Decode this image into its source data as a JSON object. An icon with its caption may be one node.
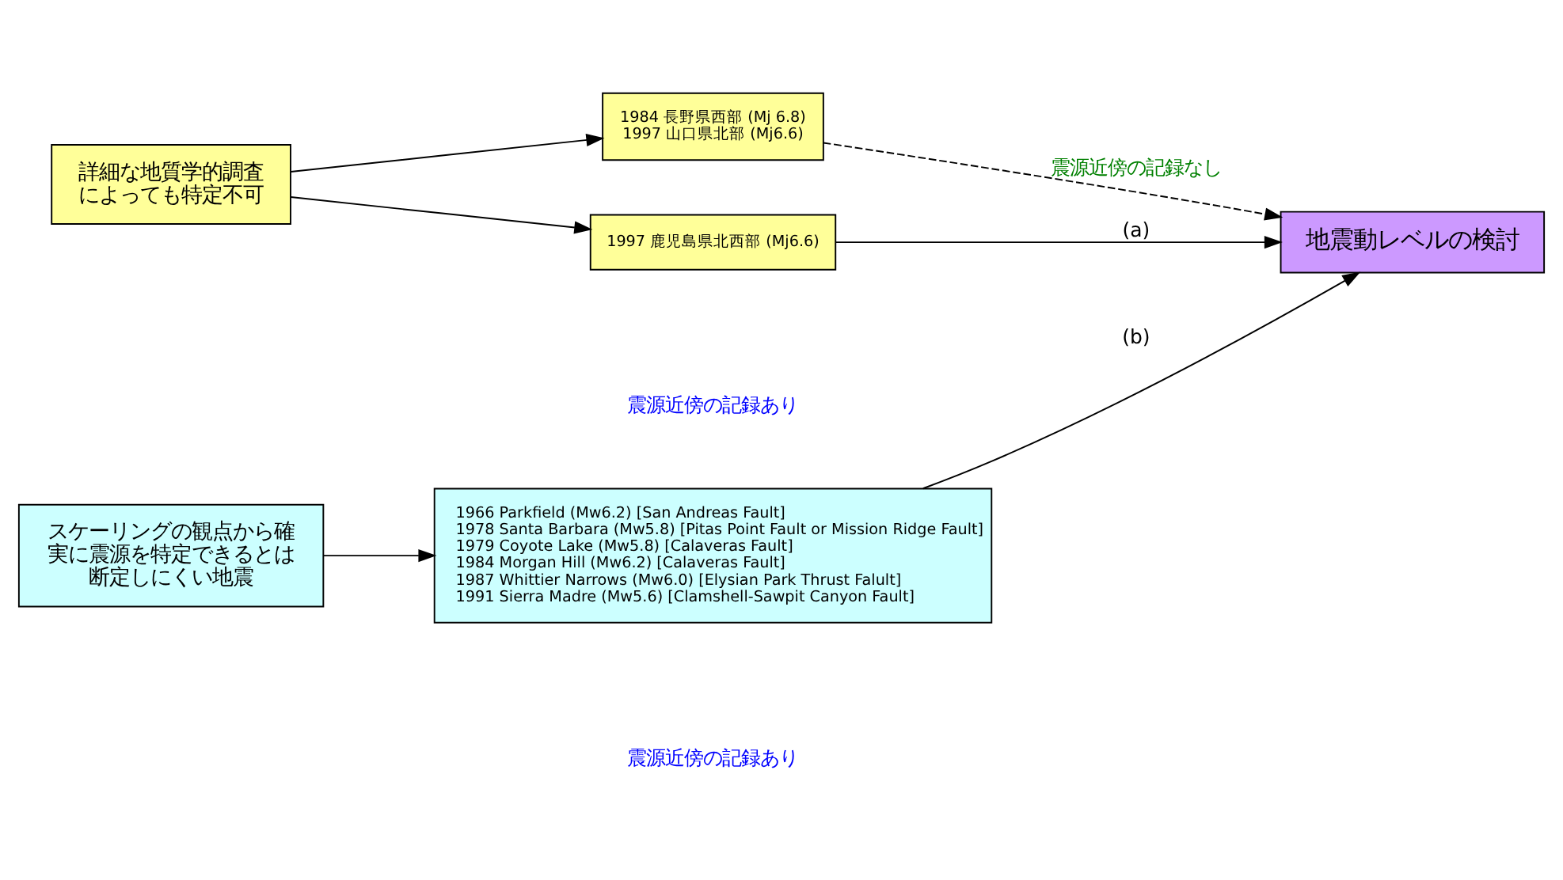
{
  "diagram": {
    "nodes": [
      {
        "text": [
          "詳細な地質学的調査によっても特定不可"
        ]
      },
      {
        "text": [
          "1984 長野県西部 (Mj 6.8)",
          "1997 山口県北部 (Mj6.6)"
        ]
      },
      {
        "text": [
          "1997 鹿児島県北西部 (Mj6.6)"
        ]
      },
      {
        "text": [
          "地震動レベルの検討"
        ]
      },
      {
        "text": [
          "スケーリングの観点から確実に震源を特定できるとは断定しにくい地震"
        ]
      },
      {
        "text": [
          "1966 Parkfield (Mw6.2) [San Andreas Fault]",
          "1978 Santa Barbara (Mw5.8) [Pitas Point Fault or Mission Ridge Fault]",
          "1979 Coyote Lake (Mw5.8) [Calaveras Fault]",
          "1984 Morgan Hill (Mw6.2) [Calaveras Fault]",
          "1987 Whittier Narrows (Mw6.0) [Elysian Park Thrust Falult]",
          "1991 Sierra Madre (Mw5.6) [Clamshell-Sawpit Canyon Fault]"
        ]
      }
    ],
    "edges": [
      {
        "from": 0,
        "to": 1,
        "arrow": "to"
      },
      {
        "from": 0,
        "to": 2,
        "arrow": "to"
      },
      {
        "from": 1,
        "to": 3,
        "arrow": "to",
        "style": "dashed",
        "label": "震源近傍の記録なし"
      },
      {
        "from": 2,
        "to": 3,
        "arrow": "to",
        "label": "(a)"
      },
      {
        "from": 4,
        "to": 5,
        "arrow": "to"
      },
      {
        "from": 5,
        "to": 3,
        "arrow": "to",
        "label": "(b)"
      }
    ],
    "labels": [
      "震源近傍の記録あり",
      "震源近傍の記録あり"
    ]
  }
}
